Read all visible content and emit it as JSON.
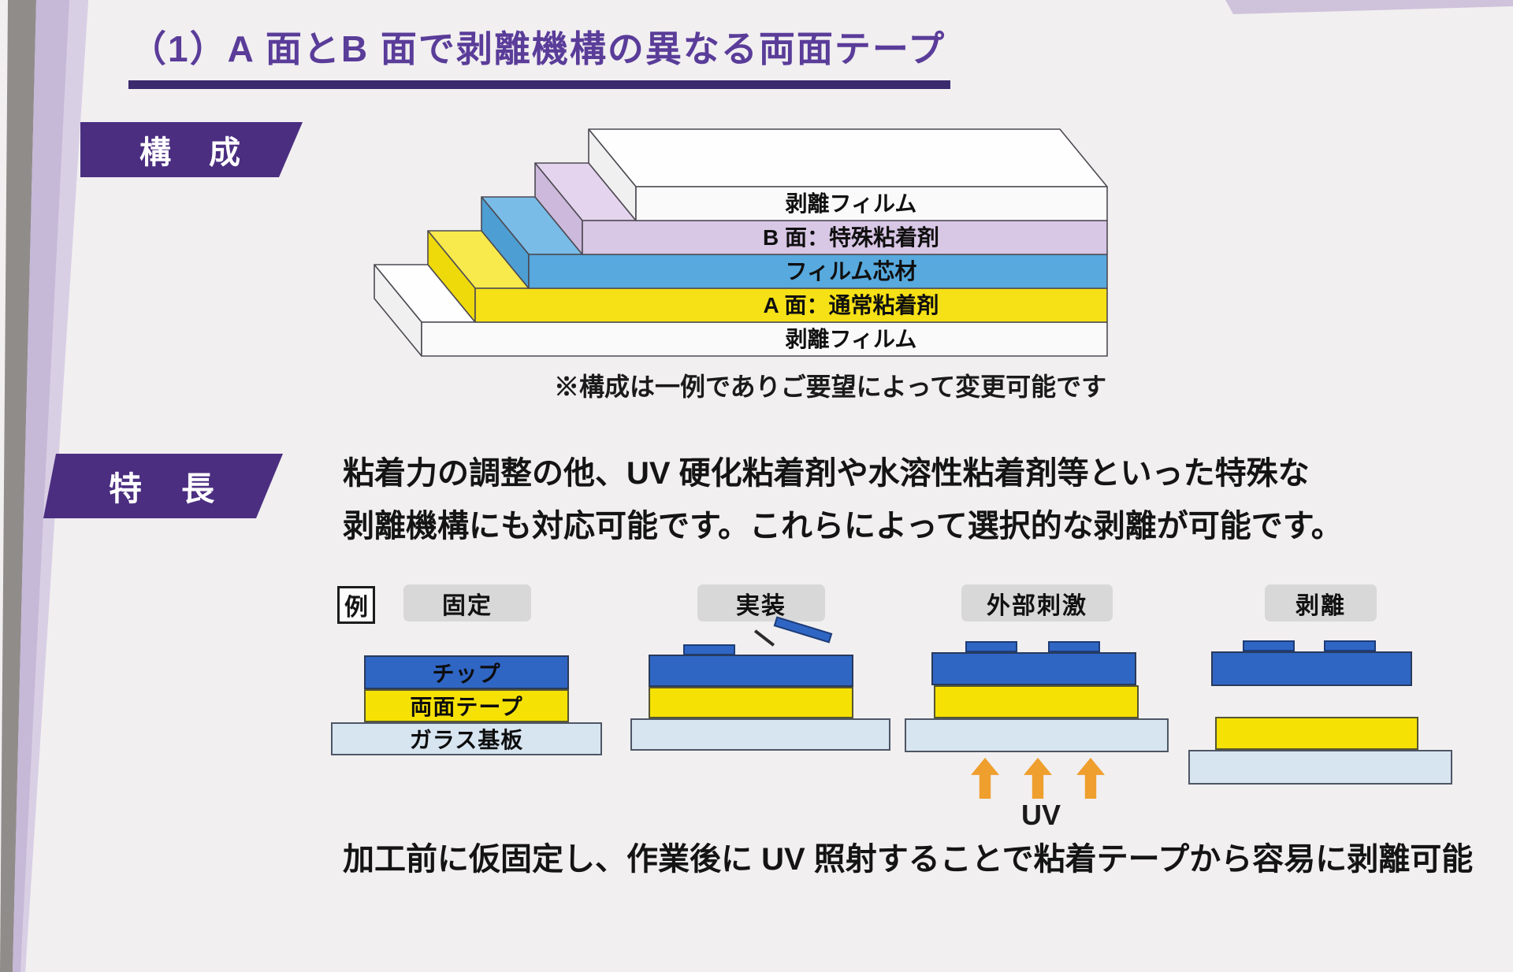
{
  "slide": {
    "title": "（1）A 面とB 面で剥離機構の異なる両面テープ",
    "construction": {
      "badge": "構　成",
      "layers": [
        {
          "label": "剥離フィルム"
        },
        {
          "label": "B 面：特殊粘着剤"
        },
        {
          "label": "フィルム芯材"
        },
        {
          "label": "A 面：通常粘着剤"
        },
        {
          "label": "剥離フィルム"
        }
      ],
      "note": "※構成は一例でありご要望によって変更可能です"
    },
    "features": {
      "badge": "特　長",
      "line1": "粘着力の調整の他、UV 硬化粘着剤や水溶性粘着剤等といった特殊な",
      "line2": "剥離機構にも対応可能です。これらによって選択的な剥離が可能です。",
      "example_label": "例",
      "stages": [
        {
          "label": "固定"
        },
        {
          "label": "実装"
        },
        {
          "label": "外部刺激"
        },
        {
          "label": "剥離"
        }
      ],
      "stack": {
        "chip": "チップ",
        "tape": "両面テープ",
        "glass": "ガラス基板"
      },
      "uv": "UV",
      "caption": "加工前に仮固定し、作業後に UV 照射することで粘着テープから容易に剥離可能"
    },
    "colors": {
      "accent_purple": "#4b2e80",
      "title_purple": "#5a3c99",
      "underline_purple": "#3b2a6e",
      "layer_lavender": "#d9c7e6",
      "layer_blue": "#57a9de",
      "layer_yellow": "#f5e116",
      "chip_blue": "#2f66c4",
      "tape_yellow": "#f6e105",
      "glass_blue": "#d7e5f1",
      "uv_orange": "#ef9f2e"
    }
  }
}
